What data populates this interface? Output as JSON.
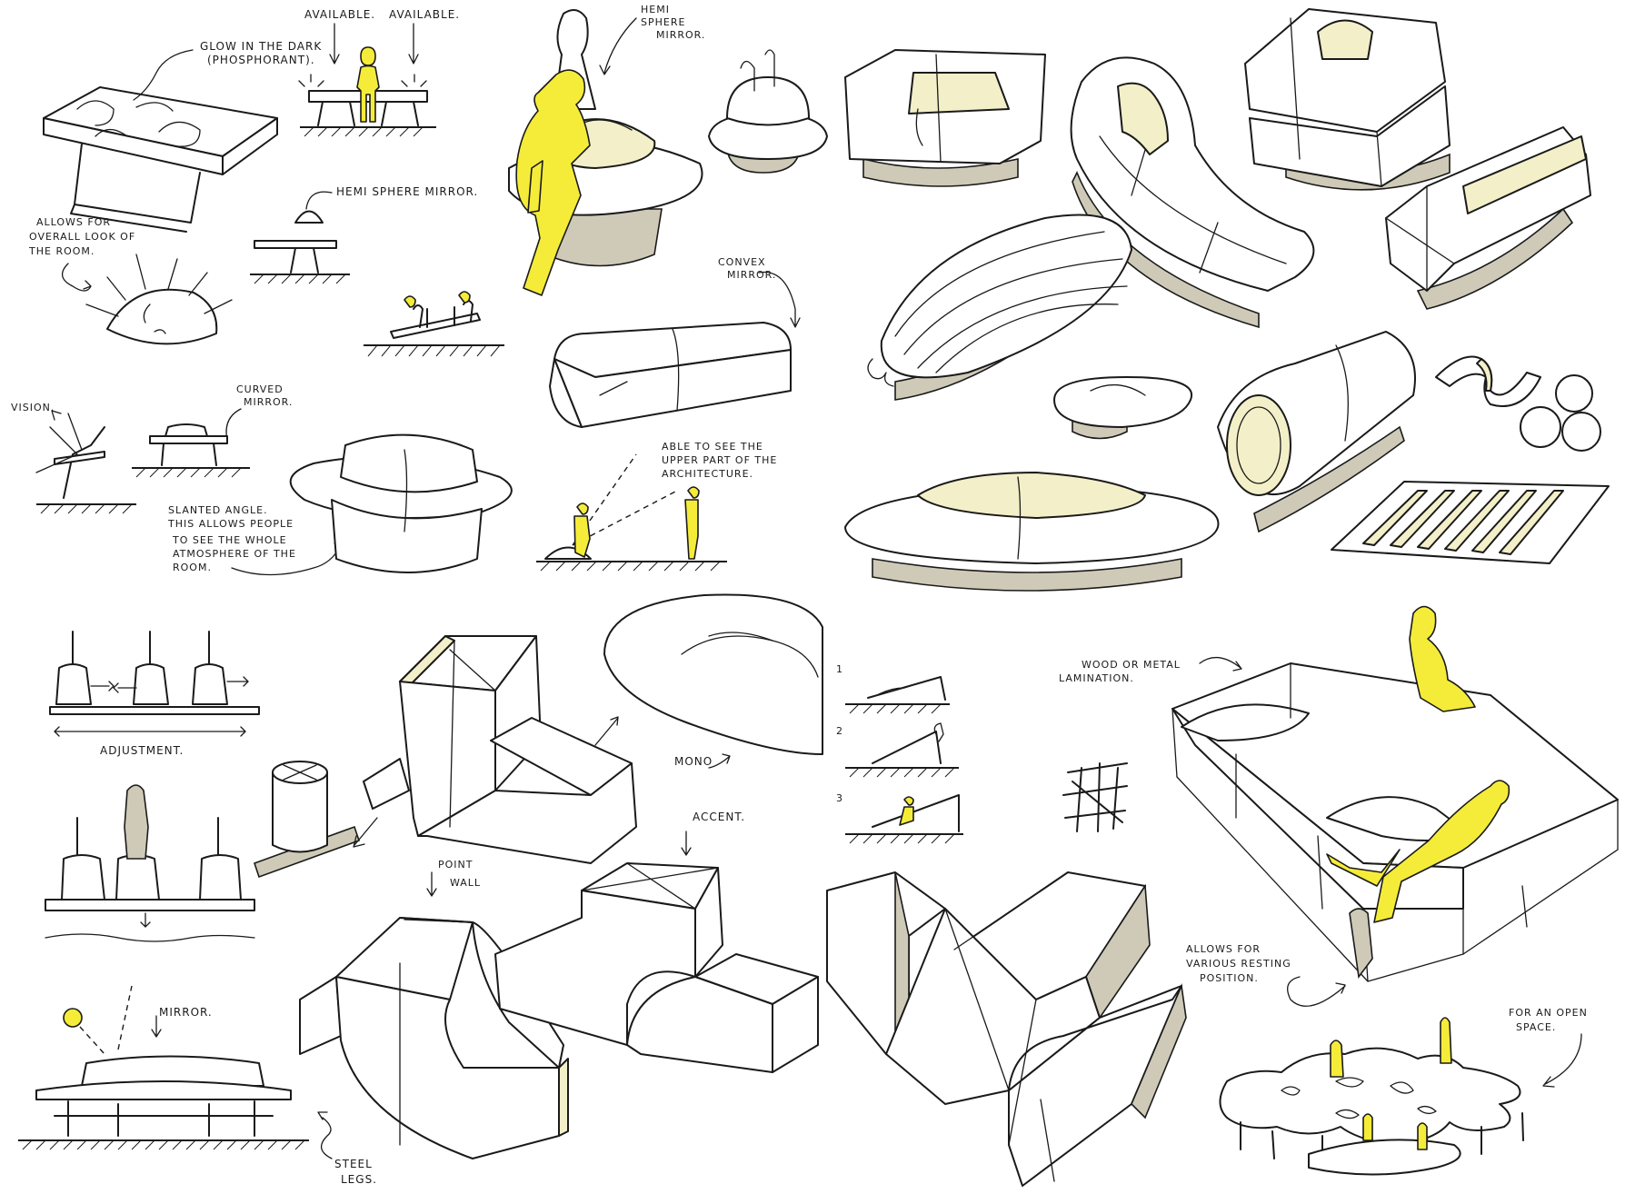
{
  "annotations": {
    "available_left": "AVAILABLE.",
    "available_right": "AVAILABLE.",
    "glow_line1": "GLOW IN THE DARK",
    "glow_line2": "(PHOSPHORANT).",
    "hemi_label_line1": "HEMI",
    "hemi_label_line2": "SPHERE",
    "hemi_label_line3": "MIRROR.",
    "hemi_sphere_mirror": "HEMI SPHERE MIRROR.",
    "allows_line1": "ALLOWS FOR",
    "allows_line2": "OVERALL LOOK OF",
    "allows_line3": "THE ROOM.",
    "convex_line1": "CONVEX",
    "convex_line2": "MIRROR.",
    "vision": "VISION.",
    "curved_line1": "CURVED",
    "curved_line2": "MIRROR.",
    "able_line1": "ABLE TO SEE THE",
    "able_line2": "UPPER PART OF THE",
    "able_line3": "ARCHITECTURE.",
    "slanted_line1": "SLANTED ANGLE.",
    "slanted_line2": "THIS ALLOWS PEOPLE",
    "slanted_line3": "TO SEE THE WHOLE",
    "slanted_line4": "ATMOSPHERE OF THE",
    "slanted_line5": "ROOM.",
    "adjustment": "ADJUSTMENT.",
    "mono": "MONO",
    "accent": "ACCENT.",
    "point_line1": "POINT",
    "point_line2": "WALL",
    "mirror": "MIRROR.",
    "steel_line1": "STEEL",
    "steel_line2": "LEGS.",
    "wood_line1": "WOOD OR METAL",
    "wood_line2": "LAMINATION.",
    "step_1": "1",
    "step_2": "2",
    "step_3": "3",
    "resting_line1": "ALLOWS FOR",
    "resting_line2": "VARIOUS RESTING",
    "resting_line3": "POSITION.",
    "open_line1": "FOR AN OPEN",
    "open_line2": "SPACE."
  },
  "colors": {
    "ink": "#1a1a1a",
    "highlight_yellow": "#f5ec3a",
    "pale_fill": "#f3efc8",
    "paper": "#ffffff"
  }
}
